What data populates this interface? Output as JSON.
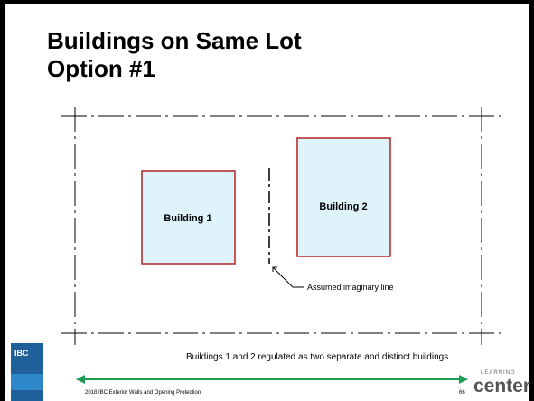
{
  "slide": {
    "title_line1": "Buildings on Same Lot",
    "title_line2": "Option #1"
  },
  "diagram": {
    "building1_label": "Building 1",
    "building2_label": "Building 2",
    "imaginary_line_label": "Assumed imaginary line",
    "building_fill": "#dff3fb",
    "building_outline": "#b22222"
  },
  "footer": {
    "caption": "Buildings 1 and 2 regulated as two separate and distinct buildings",
    "book_label": "IBC",
    "presentation_title": "2018 IBC Exterior Walls and Opening Protection",
    "page_number": "66",
    "logo_small": "LEARNING",
    "logo_main": "center",
    "accent_color": "#1b9e52"
  }
}
